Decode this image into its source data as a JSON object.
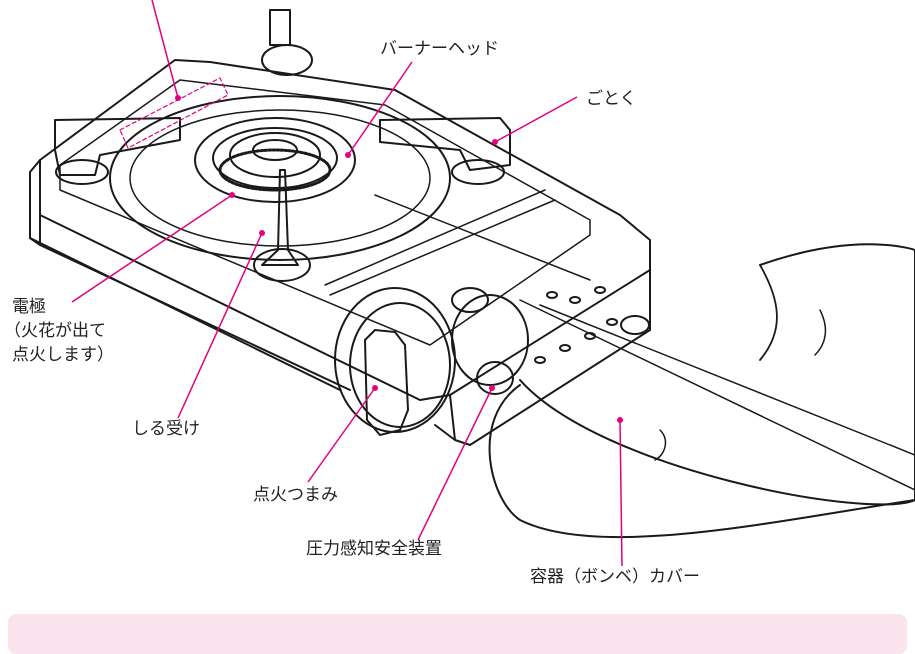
{
  "labels": {
    "burner_head": "バーナーヘッド",
    "trivet": "ごとく",
    "electrode_line1": "電極",
    "electrode_line2": "（火花が出て",
    "electrode_line3": "点火します）",
    "drip_tray": "しる受け",
    "ignition_knob": "点火つまみ",
    "pressure_safety": "圧力感知安全装置",
    "canister_cover": "容器（ボンベ）カバー"
  },
  "colors": {
    "leader_line": "#e4007f",
    "outline": "#1a1a1a",
    "note_bg": "#fce4ef"
  }
}
